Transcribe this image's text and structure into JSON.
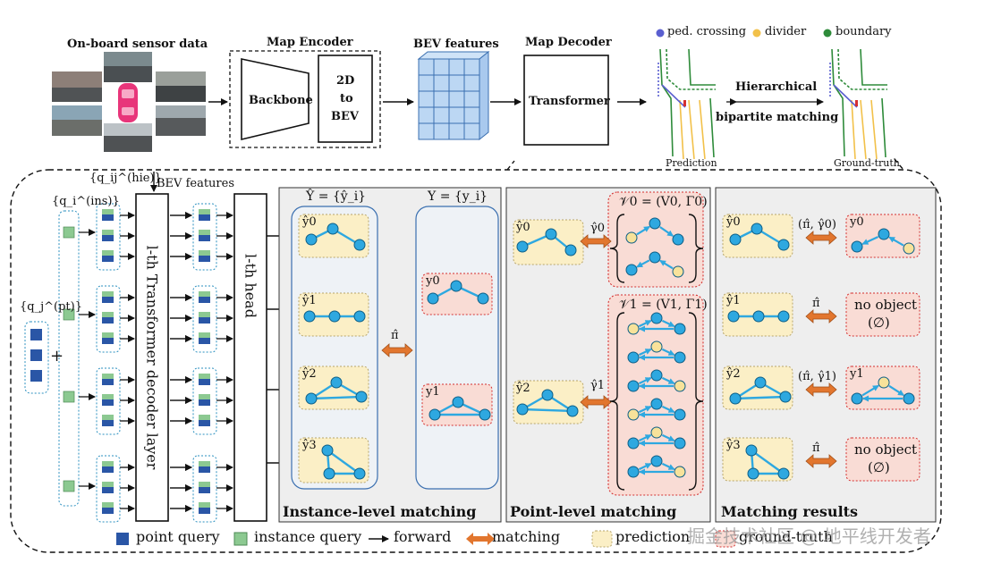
{
  "top": {
    "sensor_title": "On-board sensor data",
    "encoder_title": "Map Encoder",
    "backbone": "Backbone",
    "to_bev": [
      "2D",
      "to",
      "BEV"
    ],
    "bev_title": "BEV features",
    "decoder_title": "Map Decoder",
    "transformer": "Transformer",
    "legend": [
      "ped. crossing",
      "divider",
      "boundary"
    ],
    "legend_colors": [
      "#5a5fd0",
      "#f2c14a",
      "#2e8b3a"
    ],
    "hier_line1": "Hierarchical",
    "hier_line2": "bipartite matching",
    "prediction": "Prediction",
    "ground_truth": "Ground-truth"
  },
  "left": {
    "bev_features": "BEV features",
    "q_ins": "{q_i^(ins)}",
    "q_hie": "{q_ij^(hie)}",
    "q_pt": "{q_j^(pt)}",
    "plus": "+",
    "decoder_layer": "l-th Transformer decoder layer",
    "head": "l-th head"
  },
  "instance": {
    "pred_set": "Ŷ = {ŷ_i}",
    "gt_set": "Y = {y_i}",
    "pred_labels": [
      "ŷ0",
      "ŷ1",
      "ŷ2",
      "ŷ3"
    ],
    "gt_labels": [
      "y0",
      "y1"
    ],
    "pi": "π̂",
    "title": "Instance-level matching"
  },
  "point": {
    "v0": "𝒱0 = (V0, Γ0)",
    "v1": "𝒱1 = (V1, Γ1)",
    "pred_labels": [
      "ŷ0",
      "ŷ2"
    ],
    "gamma_labels": [
      "γ̂0",
      "γ̂1"
    ],
    "title": "Point-level matching"
  },
  "results": {
    "pred_labels": [
      "ŷ0",
      "ŷ1",
      "ŷ2",
      "ŷ3"
    ],
    "match_labels": [
      "(π̂, γ̂0)",
      "π̂",
      "(π̂, γ̂1)",
      "π̂"
    ],
    "outcomes": [
      "y0",
      "no object",
      "y1",
      "no object"
    ],
    "empty_set": "(∅)",
    "title": "Matching results"
  },
  "legend_bottom": {
    "point_query": "point query",
    "instance_query": "instance query",
    "forward": "forward",
    "matching": "matching",
    "prediction": "prediction",
    "ground_truth": "ground-truth"
  },
  "watermark": "掘金技术社区 @ 地平线开发者",
  "colors": {
    "pred_fill": "#fbefc6",
    "gt_fill": "#f9dcd5",
    "node_blue": "#2ea8e0",
    "node_yellow": "#f8e29a",
    "match_orange": "#e2762e",
    "point_query": "#2a56a6",
    "instance_query": "#8cc991"
  }
}
